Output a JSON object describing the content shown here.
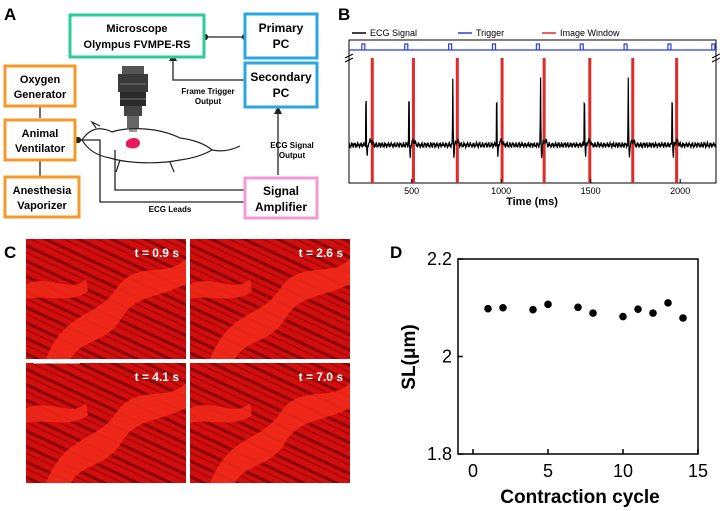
{
  "panels": {
    "A": {
      "label": "A",
      "boxes": {
        "microscope": {
          "line1": "Microscope",
          "line2": "Olympus FVMPE-RS",
          "color": "#2ecc9a"
        },
        "primary_pc": {
          "line1": "Primary",
          "line2": "PC",
          "color": "#2aa7e0"
        },
        "secondary_pc": {
          "line1": "Secondary",
          "line2": "PC",
          "color": "#2aa7e0"
        },
        "oxygen": {
          "line1": "Oxygen",
          "line2": "Generator",
          "color": "#f39a2b"
        },
        "ventilator": {
          "line1": "Animal",
          "line2": "Ventilator",
          "color": "#f39a2b"
        },
        "anesthesia": {
          "line1": "Anesthesia",
          "line2": "Vaporizer",
          "color": "#f39a2b"
        },
        "amplifier": {
          "line1": "Signal",
          "line2": "Amplifier",
          "color": "#f39ad6"
        }
      },
      "labels": {
        "frame_trigger_1": "Frame Trigger",
        "frame_trigger_2": "Output",
        "ecg_signal_1": "ECG Signal",
        "ecg_signal_2": "Output",
        "ecg_leads": "ECG Leads"
      }
    },
    "B": {
      "label": "B",
      "legend": [
        {
          "name": "ECG Signal",
          "color": "#000000"
        },
        {
          "name": "Trigger",
          "color": "#2b3be0"
        },
        {
          "name": "Image Window",
          "color": "#e02b2b"
        }
      ],
      "xlabel": "Time (ms)",
      "xticks": [
        500,
        1000,
        1500,
        2000
      ]
    },
    "C": {
      "label": "C",
      "frames": [
        "t = 0.9 s",
        "t = 2.6 s",
        "t = 4.1 s",
        "t = 7.0 s"
      ],
      "image_color": "#e01010"
    },
    "D": {
      "label": "D"
    }
  },
  "chart_data": [
    {
      "type": "line",
      "panel": "B",
      "legend": [
        "ECG Signal",
        "Trigger",
        "Image Window"
      ],
      "xlabel": "Time (ms)",
      "xlim": [
        150,
        2200
      ],
      "xticks": [
        500,
        1000,
        1500,
        2000
      ],
      "trigger_times": [
        230,
        470,
        715,
        960,
        1205,
        1450,
        1695,
        1940,
        2185
      ],
      "image_window_times": [
        280,
        510,
        755,
        1005,
        1240,
        1495,
        1735,
        1980
      ],
      "ecg_peak_times": [
        245,
        485,
        730,
        975,
        1220,
        1465,
        1710,
        1955
      ]
    },
    {
      "type": "scatter",
      "panel": "D",
      "xlabel": "Contraction cycle",
      "ylabel": "SL(μm)",
      "xlim": [
        -1,
        15
      ],
      "ylim": [
        1.8,
        2.2
      ],
      "xticks": [
        0,
        5,
        10,
        15
      ],
      "yticks": [
        1.8,
        2,
        2.2
      ],
      "ytick_labels": [
        "1.8",
        "2",
        "2.2"
      ],
      "x": [
        1,
        2,
        4,
        5,
        7,
        8,
        10,
        11,
        12,
        13,
        14
      ],
      "y": [
        2.098,
        2.1,
        2.096,
        2.107,
        2.101,
        2.089,
        2.082,
        2.097,
        2.089,
        2.11,
        2.079
      ]
    }
  ]
}
